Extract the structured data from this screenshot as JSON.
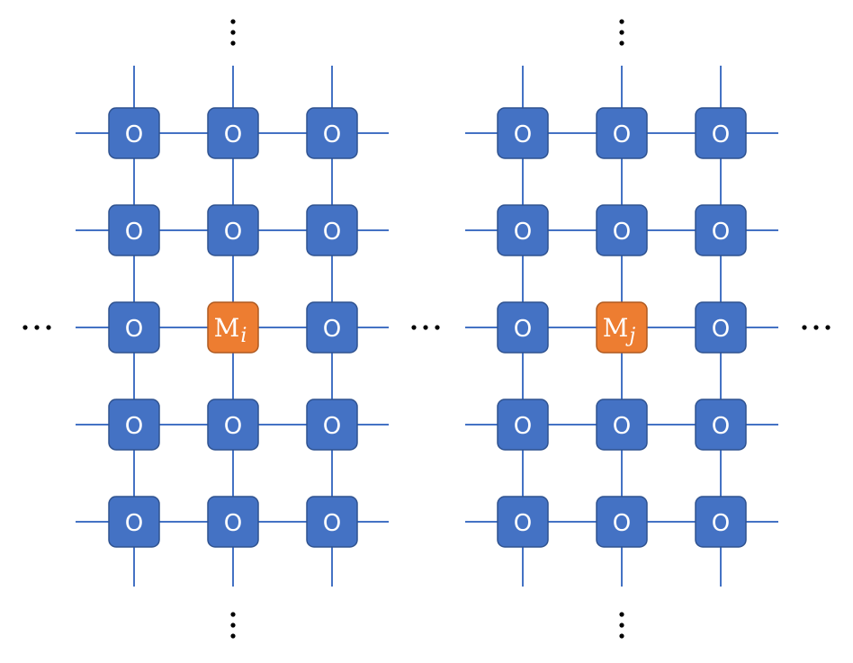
{
  "colors": {
    "line": "#4472c4",
    "node_fill": "#4472c4",
    "node_stroke": "#2f528f",
    "special_fill": "#ed7d31",
    "special_stroke": "#ae5a21",
    "text": "#ffffff",
    "dots": "#000000"
  },
  "node_label": "O",
  "grids": [
    {
      "rows": 5,
      "cols": 3,
      "special": {
        "row": 2,
        "col": 1,
        "label": "M",
        "subscript": "i"
      }
    },
    {
      "rows": 5,
      "cols": 3,
      "special": {
        "row": 2,
        "col": 1,
        "label": "M",
        "subscript": "j"
      }
    }
  ],
  "ellipsis": {
    "horizontal": "…",
    "vertical": "⋮"
  }
}
